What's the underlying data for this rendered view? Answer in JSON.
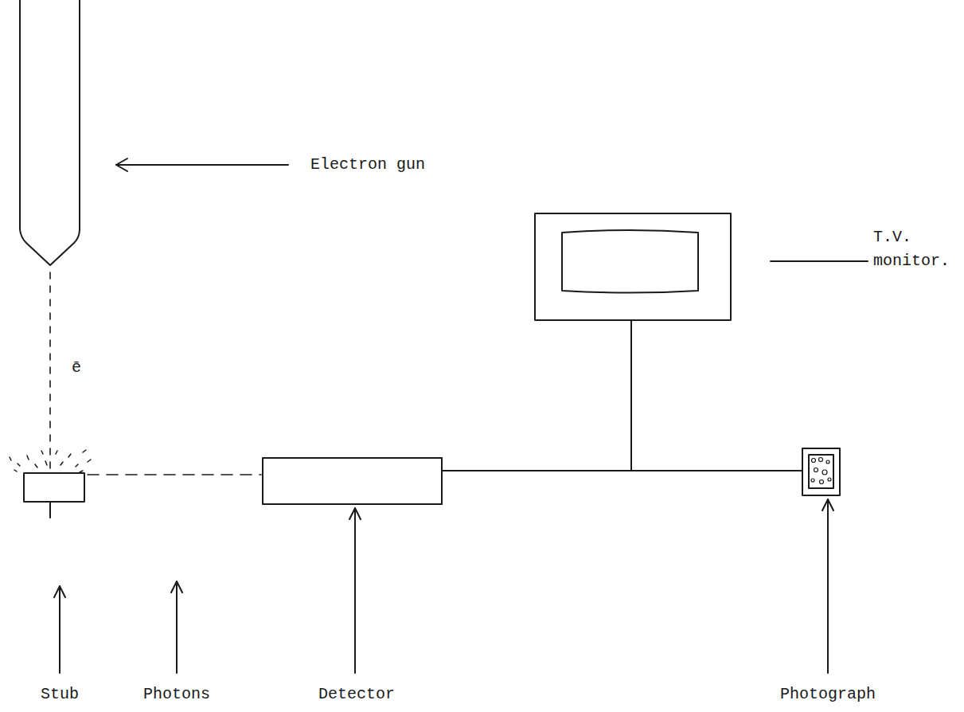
{
  "diagram": {
    "labels": [
      "Electron gun",
      "T.V. monitor.",
      "ē",
      "Stub",
      "Photons",
      "Detector",
      "Photograph"
    ]
  }
}
